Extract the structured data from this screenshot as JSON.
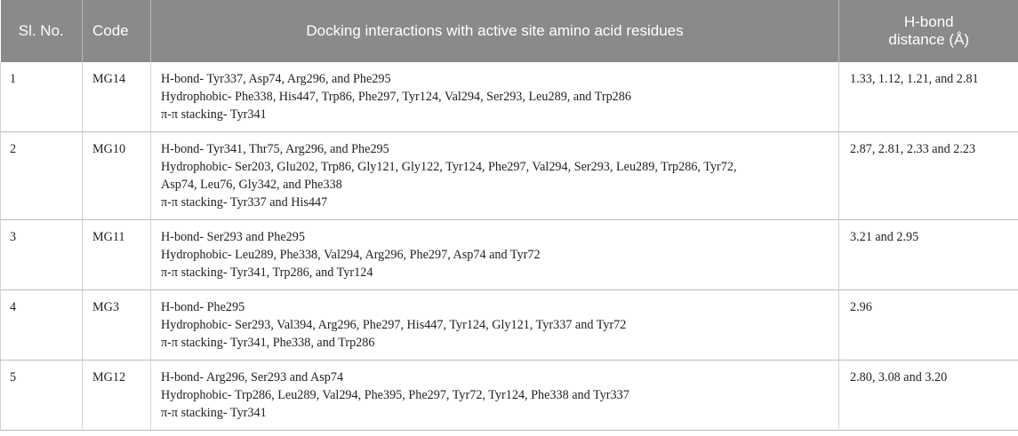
{
  "table": {
    "headers": {
      "sl_no": "Sl. No.",
      "code": "Code",
      "interactions": "Docking interactions with active site amino acid residues",
      "distance_line1": "H-bond",
      "distance_line2": "distance (Å)"
    },
    "rows": [
      {
        "sl_no": "1",
        "code": "MG14",
        "lines": [
          "H-bond- Tyr337, Asp74, Arg296, and Phe295",
          "Hydrophobic- Phe338, His447, Trp86, Phe297, Tyr124, Val294, Ser293, Leu289, and Trp286",
          "π-π stacking- Tyr341"
        ],
        "distance": "1.33, 1.12, 1.21, and 2.81"
      },
      {
        "sl_no": "2",
        "code": "MG10",
        "lines": [
          "H-bond- Tyr341, Thr75, Arg296, and Phe295",
          "Hydrophobic- Ser203, Glu202, Trp86, Gly121, Gly122, Tyr124, Phe297, Val294, Ser293, Leu289, Trp286, Tyr72,",
          "Asp74, Leu76, Gly342, and Phe338",
          "π-π stacking- Tyr337 and His447"
        ],
        "distance": "2.87, 2.81, 2.33 and 2.23"
      },
      {
        "sl_no": "3",
        "code": "MG11",
        "lines": [
          "H-bond- Ser293 and Phe295",
          "Hydrophobic- Leu289, Phe338, Val294, Arg296, Phe297, Asp74 and Tyr72",
          "π-π stacking- Tyr341, Trp286, and Tyr124"
        ],
        "distance": "3.21 and 2.95"
      },
      {
        "sl_no": "4",
        "code": "MG3",
        "lines": [
          "H-bond- Phe295",
          "Hydrophobic- Ser293, Val394, Arg296, Phe297, His447, Tyr124, Gly121, Tyr337 and Tyr72",
          "π-π stacking- Tyr341, Phe338, and Trp286"
        ],
        "distance": "2.96"
      },
      {
        "sl_no": "5",
        "code": "MG12",
        "lines": [
          "H-bond- Arg296, Ser293 and Asp74",
          "Hydrophobic- Trp286, Leu289, Val294, Phe395, Phe297, Tyr72, Tyr124, Phe338 and Tyr337",
          "π-π stacking- Tyr341"
        ],
        "distance": "2.80, 3.08 and 3.20"
      }
    ]
  }
}
